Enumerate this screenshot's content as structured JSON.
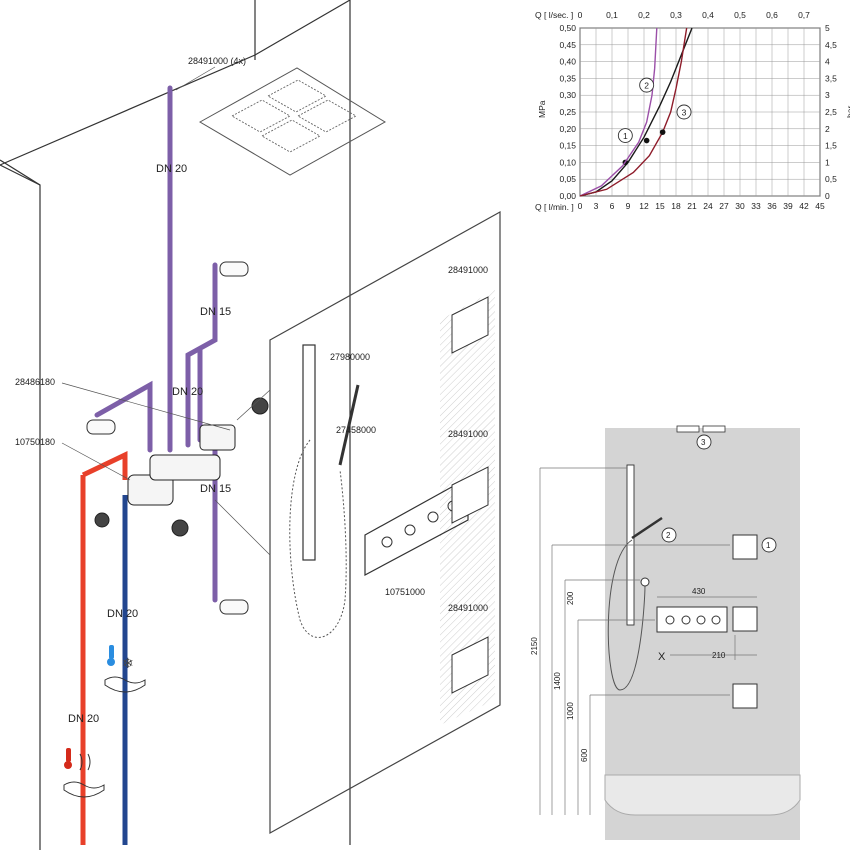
{
  "colors": {
    "hot": "#e8402a",
    "cold": "#22468f",
    "mixed": "#7d5fa8",
    "panel_gray": "#d4d4d4",
    "line": "#2a2a2a",
    "curve1": "#1a1a1a",
    "curve2": "#9b4fa8",
    "curve3": "#8e1c2a"
  },
  "labels": {
    "top_article": "28491000 (4x)",
    "dn20_top": "DN 20",
    "dn15_upper": "DN 15",
    "dn20_mid": "DN 20",
    "dn15_lower": "DN 15",
    "valve_body": "28486180",
    "rough_in": "10750180",
    "dn20_cold": "DN 20",
    "dn20_hot": "DN 20",
    "rail": "27980000",
    "hand_shower": "27458000",
    "side_shower_1": "28491000",
    "side_shower_2": "28491000",
    "side_shower_3": "28491000",
    "thermostat": "10751000"
  },
  "icons": [
    "cold-water-icon",
    "hot-water-icon"
  ],
  "chart_data": {
    "type": "line",
    "xlabel_top": "Q [ l/sec. ]",
    "xlabel_bottom": "Q [ l/min. ]",
    "ylabel_left": "MPa",
    "ylabel_right": "bar",
    "x_top_ticks": [
      "0",
      "0,1",
      "0,2",
      "0,3",
      "0,4",
      "0,5",
      "0,6",
      "0,7"
    ],
    "x_bottom_ticks": [
      "0",
      "3",
      "6",
      "9",
      "12",
      "15",
      "18",
      "21",
      "24",
      "27",
      "30",
      "33",
      "36",
      "39",
      "42",
      "45"
    ],
    "y_left_ticks": [
      "0,00",
      "0,05",
      "0,10",
      "0,15",
      "0,20",
      "0,25",
      "0,30",
      "0,35",
      "0,40",
      "0,45",
      "0,50"
    ],
    "y_right_ticks": [
      "0",
      "0,5",
      "1",
      "1,5",
      "2",
      "2,5",
      "3",
      "3,5",
      "4",
      "4,5",
      "5"
    ],
    "xlim": [
      0,
      45
    ],
    "ylim": [
      0,
      0.5
    ],
    "grid": true,
    "series": [
      {
        "marker": "1",
        "x": [
          0,
          3,
          6,
          9,
          12,
          15,
          17,
          18.5,
          20,
          21
        ],
        "y": [
          0,
          0.012,
          0.045,
          0.1,
          0.175,
          0.27,
          0.34,
          0.4,
          0.46,
          0.5
        ],
        "point": [
          8.5,
          0.1
        ],
        "label_pos": [
          8.5,
          0.18
        ]
      },
      {
        "marker": "2",
        "x": [
          0,
          4,
          8,
          11,
          12.5,
          13.5,
          14,
          14.2,
          14.4
        ],
        "y": [
          0,
          0.03,
          0.09,
          0.16,
          0.22,
          0.3,
          0.38,
          0.44,
          0.5
        ],
        "point": [
          12.5,
          0.165
        ],
        "label_pos": [
          12.5,
          0.33
        ]
      },
      {
        "marker": "3",
        "x": [
          0,
          5,
          10,
          13,
          15.5,
          17,
          18,
          19,
          20
        ],
        "y": [
          0,
          0.02,
          0.07,
          0.12,
          0.19,
          0.25,
          0.32,
          0.4,
          0.5
        ],
        "point": [
          15.5,
          0.19
        ],
        "label_pos": [
          19.5,
          0.25
        ]
      }
    ]
  },
  "front_view": {
    "dimensions": [
      "430",
      "210",
      "200",
      "2150",
      "1400",
      "1000",
      "600"
    ],
    "x_mark": "X",
    "markers": [
      "1",
      "2",
      "3"
    ]
  }
}
